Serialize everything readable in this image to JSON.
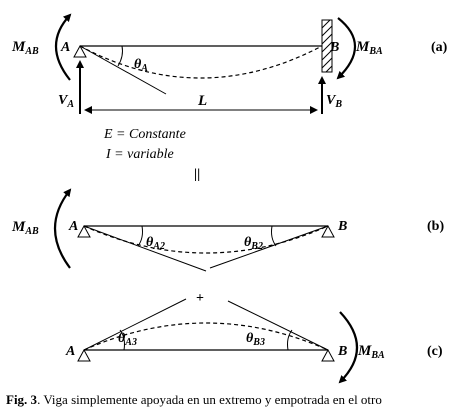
{
  "diagram": {
    "a": {
      "moment_left": "M",
      "moment_left_sub": "AB",
      "node_left": "A",
      "node_right": "B",
      "moment_right": "M",
      "moment_right_sub": "BA",
      "theta": "θ",
      "theta_sub": "A",
      "react_left": "V",
      "react_left_sub": "A",
      "react_right": "V",
      "react_right_sub": "B",
      "length": "L",
      "panel": "(a)",
      "note_e": "E = Constante",
      "note_i": "I = variable",
      "equals": "||"
    },
    "b": {
      "moment_left": "M",
      "moment_left_sub": "AB",
      "node_left": "A",
      "node_right": "B",
      "theta_left": "θ",
      "theta_left_sub": "A2",
      "theta_right": "θ",
      "theta_right_sub": "B2",
      "panel": "(b)",
      "plus": "+"
    },
    "c": {
      "node_left": "A",
      "node_right": "B",
      "theta_left": "θ",
      "theta_left_sub": "A3",
      "theta_right": "θ",
      "theta_right_sub": "B3",
      "moment_right": "M",
      "moment_right_sub": "BA",
      "panel": "(c)"
    }
  },
  "caption": {
    "label": "Fig. 3",
    "text": ". Viga simplemente apoyada en un extremo y empotrada en el otro"
  }
}
